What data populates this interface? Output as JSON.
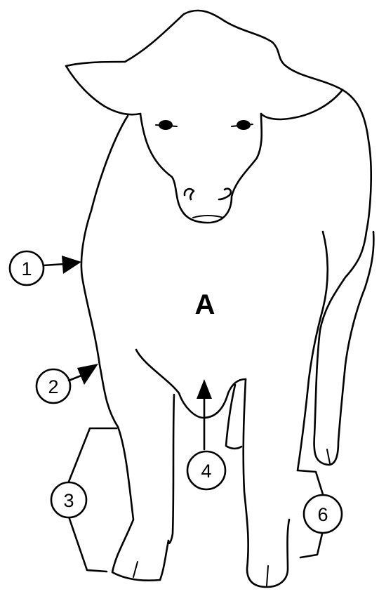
{
  "region_label": "A",
  "callouts": [
    {
      "id": "1",
      "label": "1"
    },
    {
      "id": "2",
      "label": "2"
    },
    {
      "id": "3",
      "label": "3"
    },
    {
      "id": "4",
      "label": "4"
    },
    {
      "id": "6",
      "label": "6"
    }
  ]
}
